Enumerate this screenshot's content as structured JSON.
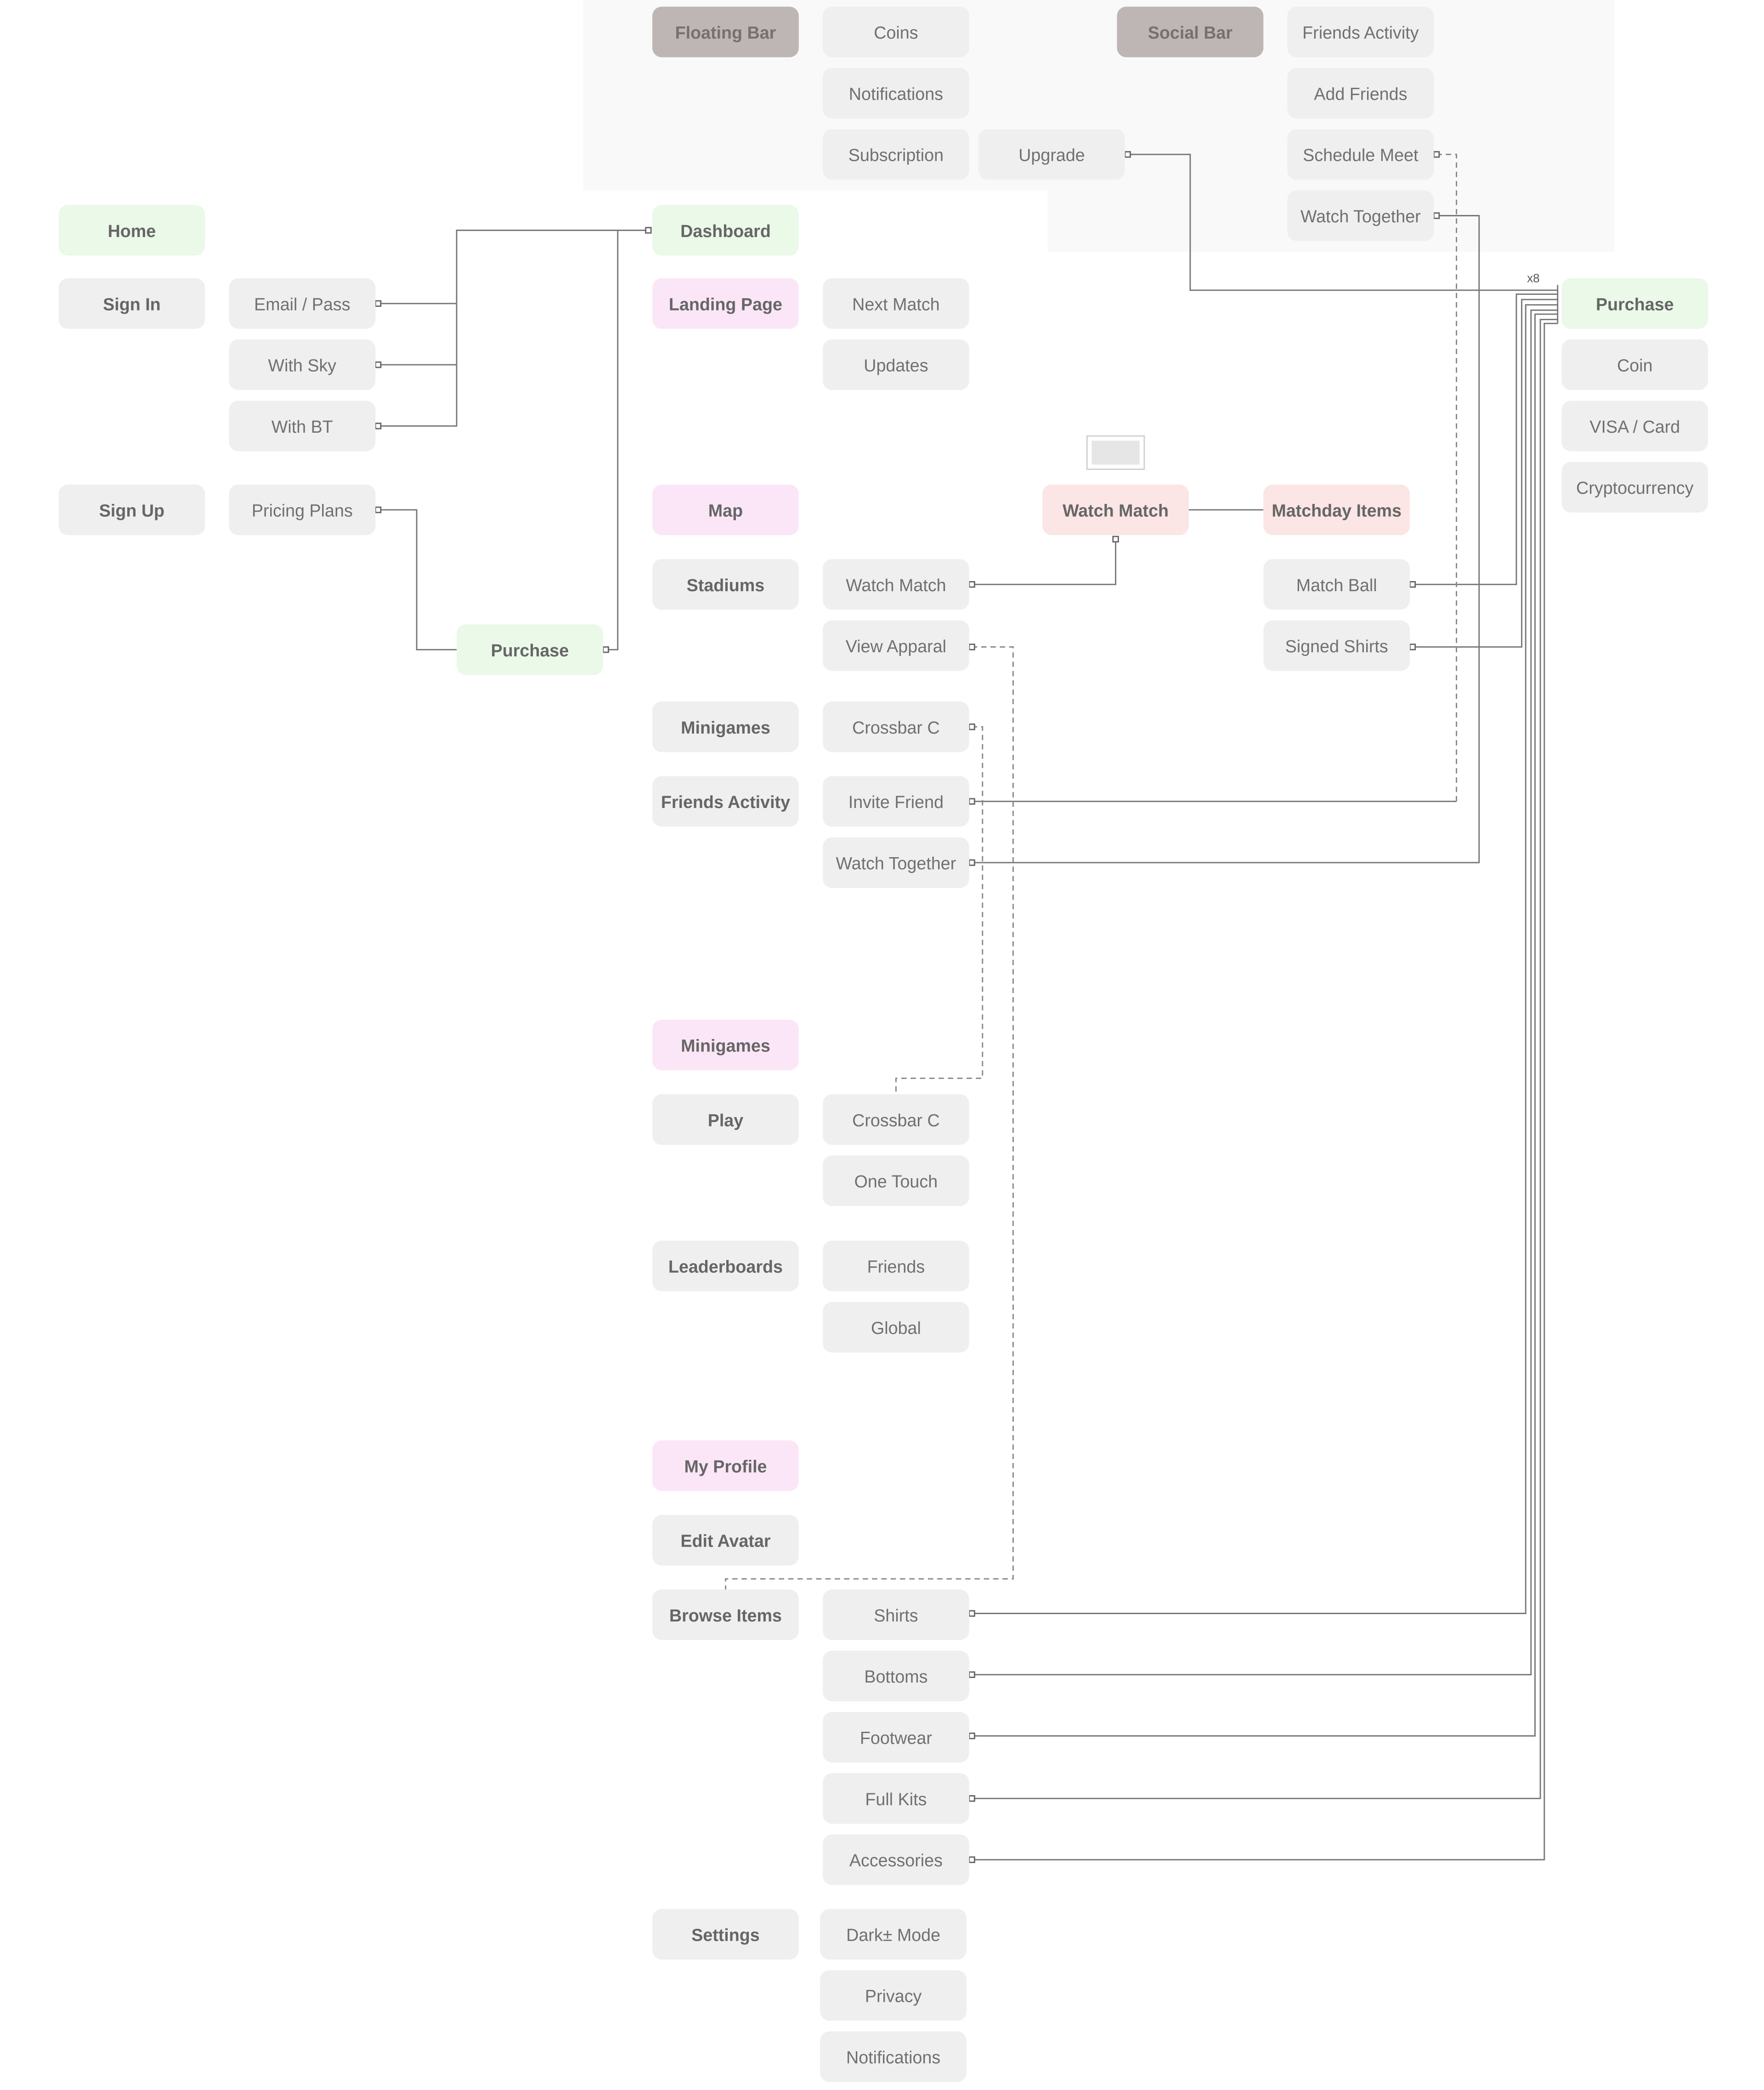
{
  "nodes": {
    "floating_bar": "Floating Bar",
    "coins": "Coins",
    "notifications_top": "Notifications",
    "subscription": "Subscription",
    "upgrade": "Upgrade",
    "social_bar": "Social Bar",
    "friends_activity_top": "Friends Activity",
    "add_friends": "Add Friends",
    "schedule_meet": "Schedule Meet",
    "watch_together_top": "Watch Together",
    "home": "Home",
    "dashboard": "Dashboard",
    "sign_in": "Sign In",
    "email_pass": "Email / Pass",
    "with_sky": "With Sky",
    "with_bt": "With BT",
    "landing_page": "Landing Page",
    "next_match": "Next Match",
    "updates": "Updates",
    "purchase_right": "Purchase",
    "coin": "Coin",
    "visa_card": "VISA / Card",
    "cryptocurrency": "Cryptocurrency",
    "sign_up": "Sign Up",
    "pricing_plans": "Pricing Plans",
    "map": "Map",
    "watch_match_red": "Watch Match",
    "matchday_items": "Matchday Items",
    "stadiums": "Stadiums",
    "watch_match": "Watch Match",
    "match_ball": "Match Ball",
    "view_apparal": "View Apparal",
    "signed_shirts": "Signed Shirts",
    "purchase_left": "Purchase",
    "minigames": "Minigames",
    "crossbar_c_1": "Crossbar C",
    "friends_activity": "Friends Activity",
    "invite_friend": "Invite Friend",
    "watch_together": "Watch Together",
    "minigames_section": "Minigames",
    "play": "Play",
    "crossbar_c_2": "Crossbar C",
    "one_touch": "One Touch",
    "leaderboards": "Leaderboards",
    "friends": "Friends",
    "global": "Global",
    "my_profile": "My Profile",
    "edit_avatar": "Edit Avatar",
    "browse_items": "Browse Items",
    "shirts": "Shirts",
    "bottoms": "Bottoms",
    "footwear": "Footwear",
    "full_kits": "Full Kits",
    "accessories": "Accessories",
    "settings": "Settings",
    "dark_mode": "Dark± Mode",
    "privacy": "Privacy",
    "notifications_settings": "Notifications"
  },
  "multiplier_label": "x8",
  "colors": {
    "line": "#777777",
    "node_grey": "#efefef",
    "node_green": "#eaf9e8",
    "node_pink": "#fbe6f7",
    "node_red": "#fbe5e5",
    "node_dark": "#beb6b5",
    "text": "#707070"
  }
}
